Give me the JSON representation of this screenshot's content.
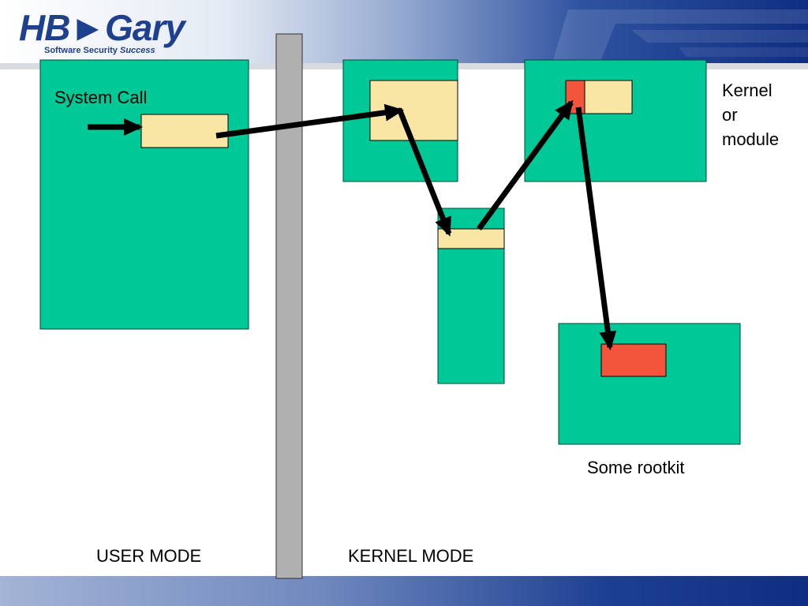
{
  "logo": {
    "name_a": "HB",
    "name_b": "Gary",
    "tagline": "Software Security",
    "tagline_emphasis": "Success"
  },
  "labels": {
    "system_call": "System Call",
    "kernel_or_module": [
      "Kernel",
      "or",
      "module"
    ],
    "some_rootkit": "Some rootkit",
    "user_mode": "USER MODE",
    "kernel_mode": "KERNEL MODE"
  },
  "colors": {
    "region_fill": "#00c896",
    "entry_fill": "#fae6a4",
    "hook_fill": "#f2543c",
    "boundary_fill": "#b0b0b0",
    "arrow": "#000000",
    "brand_blue": "#1f3f8f"
  }
}
